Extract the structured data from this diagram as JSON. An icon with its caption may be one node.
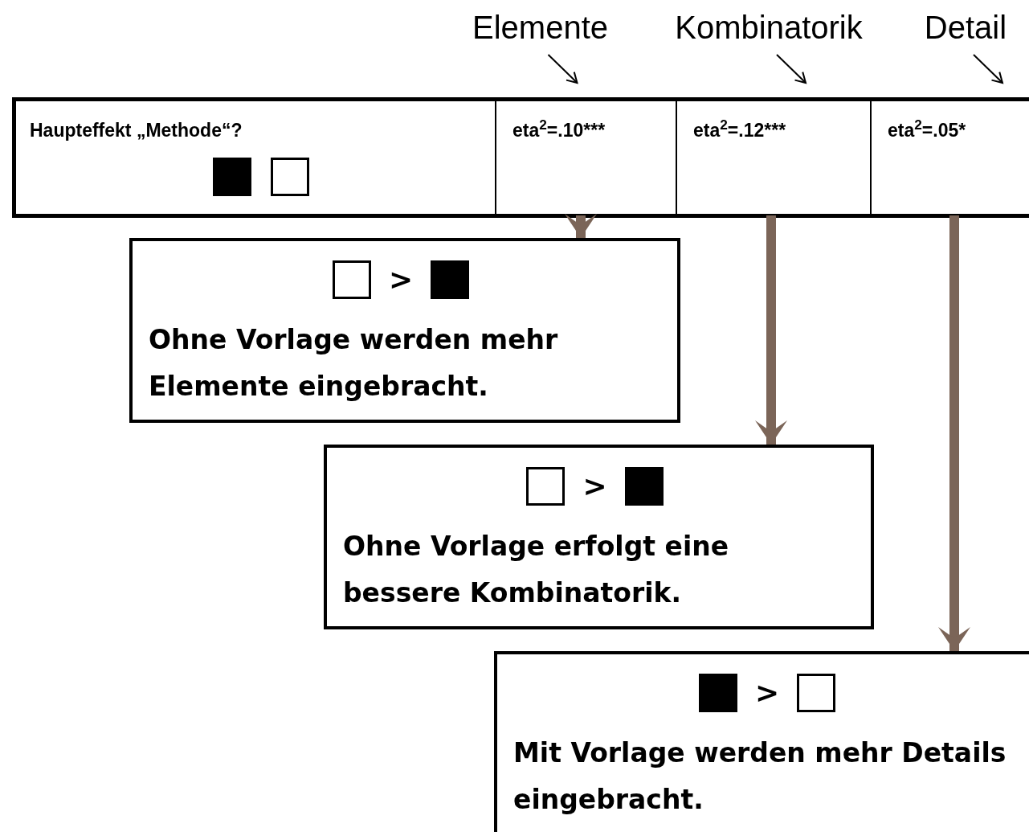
{
  "diagram": {
    "nodes": [
      {
        "text": [
          "Haupteffekt „Methode“?"
        ]
      },
      {
        "text": [
          "eta$^{2}$=.10***"
        ]
      },
      {
        "text": [
          "eta$^{2}$=.12***"
        ]
      },
      {
        "text": [
          "eta$^{2}$=.05*"
        ]
      },
      {
        "text": [
          "Elemente"
        ]
      },
      {
        "text": [
          "Kombinatorik"
        ]
      },
      {
        "text": [
          "Detail"
        ]
      },
      {
        "text": [
          ">",
          "Ohne Vorlage werden mehr Elemente eingebracht."
        ]
      },
      {
        "text": [
          ">",
          "Ohne Vorlage erfolgt eine bessere Kombinatorik."
        ]
      },
      {
        "text": [
          ">",
          "Mit Vorlage werden mehr Details eingebracht."
        ]
      }
    ],
    "edges": [
      {
        "from": 4,
        "to": 1,
        "arrow": "to"
      },
      {
        "from": 5,
        "to": 2,
        "arrow": "to"
      },
      {
        "from": 6,
        "to": 3,
        "arrow": "to"
      },
      {
        "from": 1,
        "to": 7,
        "arrow": "to",
        "style": "thick",
        "color": "#7b6558"
      },
      {
        "from": 2,
        "to": 8,
        "arrow": "to",
        "style": "thick",
        "color": "#7b6558"
      },
      {
        "from": 3,
        "to": 9,
        "arrow": "to",
        "style": "thick",
        "color": "#7b6558"
      }
    ]
  }
}
